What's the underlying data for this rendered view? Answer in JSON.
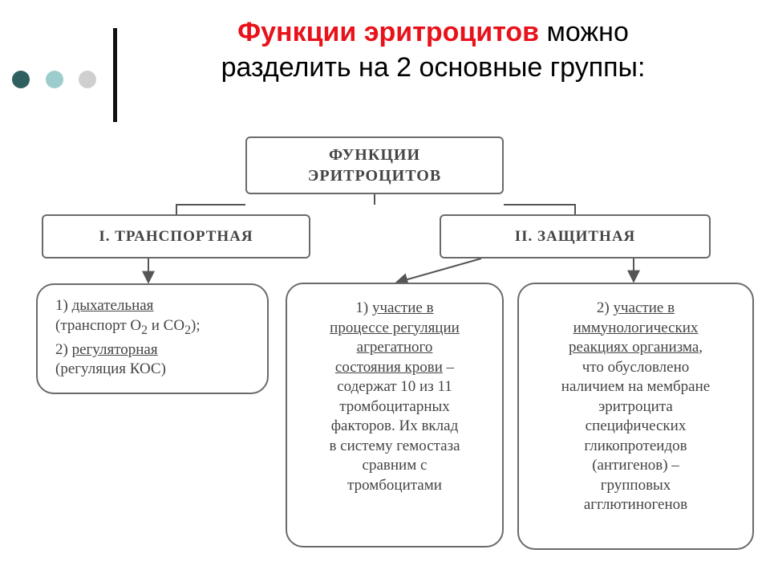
{
  "header": {
    "title_red": "Функции эритроцитов",
    "title_rest_line1": " можно",
    "title_line2": "разделить на 2 основные группы:"
  },
  "diagram": {
    "root": {
      "line1": "ФУНКЦИИ",
      "line2": "ЭРИТРОЦИТОВ"
    },
    "group_transport": "I. ТРАНСПОРТНАЯ",
    "group_protective": "II. ЗАЩИТНАЯ",
    "transport_leaf": {
      "item1_num": "1)",
      "item1_label": "дыхательная",
      "item1_detail_pre": "(транспорт O",
      "item1_sub1": "2",
      "item1_detail_mid": " и CO",
      "item1_sub2": "2",
      "item1_detail_post": ");",
      "item2_num": "2)",
      "item2_label": "регуляторная",
      "item2_detail": "(регуляция КОС)"
    },
    "protective_leaf1": {
      "num": "1)",
      "underlined": [
        "участие в",
        "процессе регуляции",
        "агрегатного",
        "состояния крови"
      ],
      "suffix": " –",
      "rest": [
        "содержат 10 из 11",
        "тромбоцитарных",
        "факторов. Их вклад",
        "в систему гемостаза",
        "сравним с",
        "тромбоцитами"
      ]
    },
    "protective_leaf2": {
      "num": "2)",
      "underlined": [
        "участие в",
        "иммунологических",
        "реакциях организма"
      ],
      "suffix": ",",
      "rest": [
        "что обусловлено",
        "наличием на мембране",
        "эритроцита",
        "специфических",
        "гликопротеидов",
        "(антигенов) –",
        "групповых",
        "агглютиногенов"
      ]
    }
  },
  "colors": {
    "title_red": "#e8121b",
    "dot_dark": "#2f5f5f",
    "dot_light": "#9ccccc",
    "dot_gray": "#cfcfcf"
  }
}
